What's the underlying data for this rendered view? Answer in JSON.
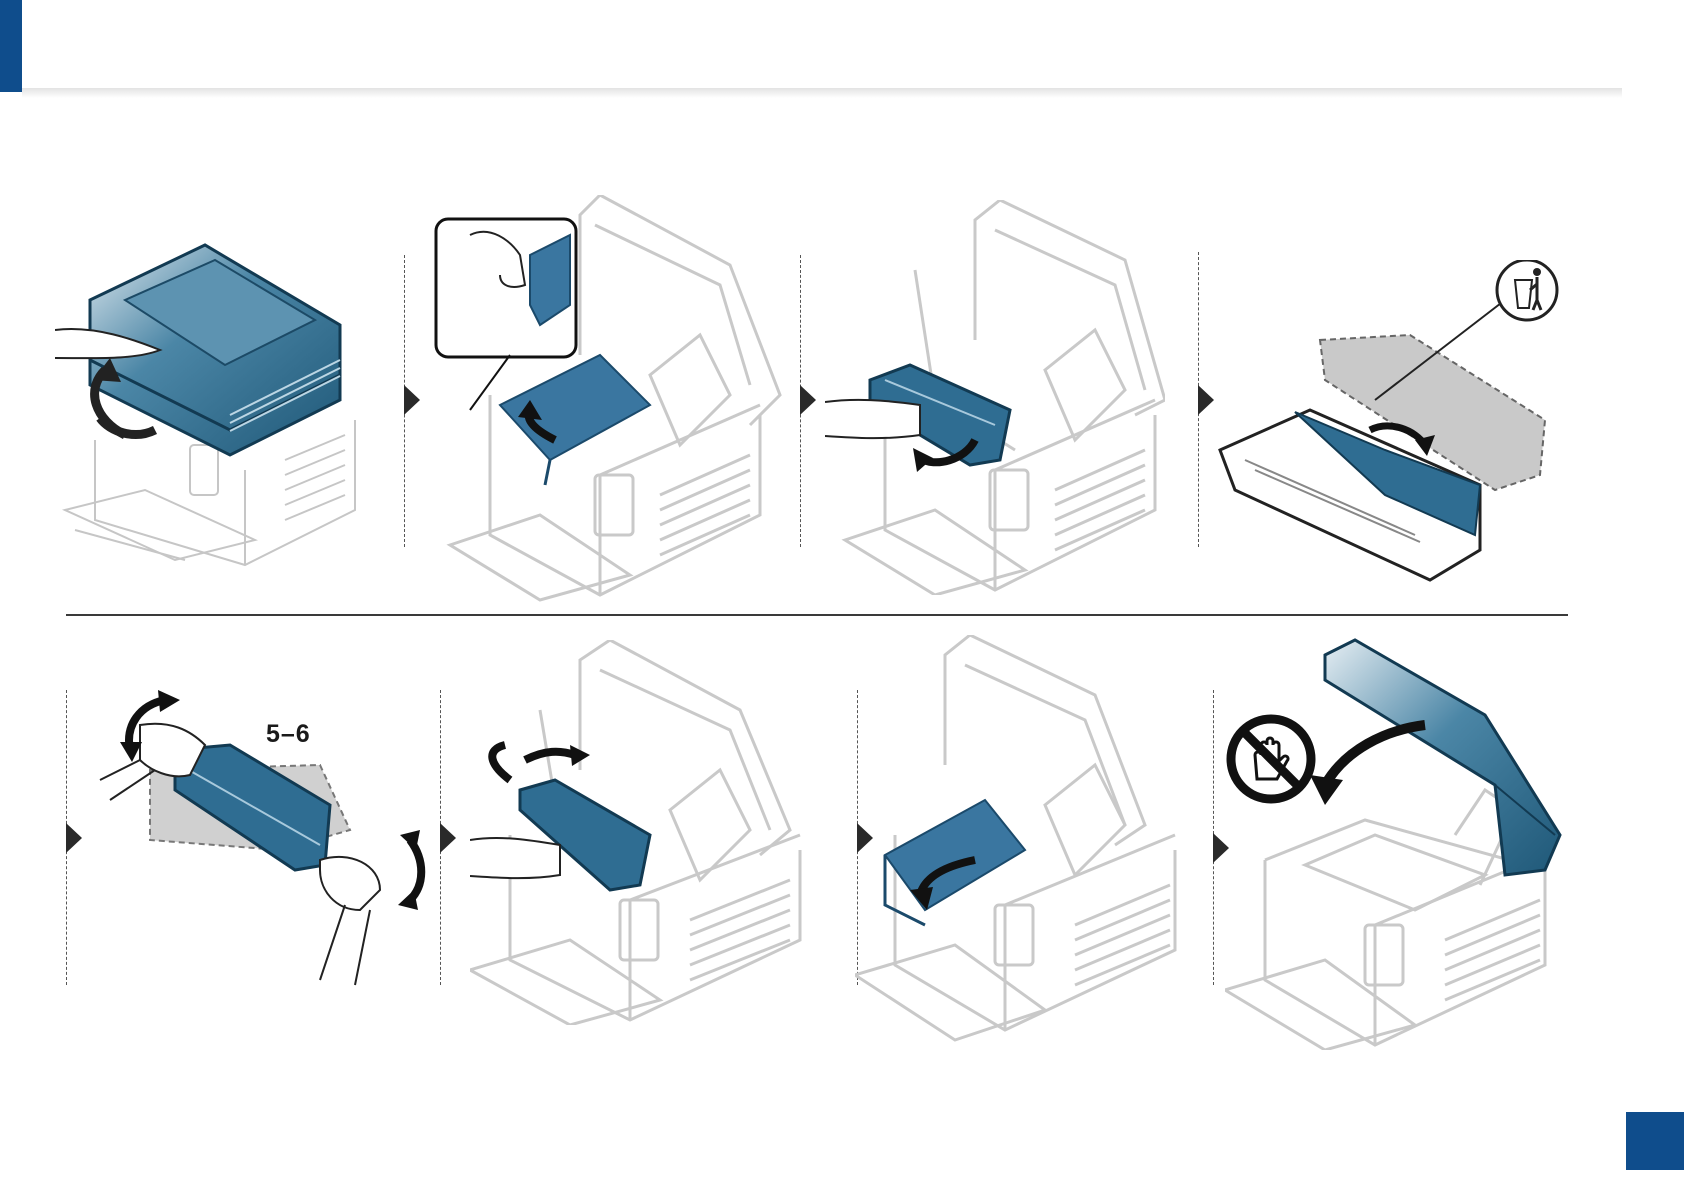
{
  "header": {
    "accent_color": "#0f4d8c"
  },
  "steps": {
    "step5_6_label": "5–6"
  },
  "icons": {
    "row1": [
      "open-scan-unit",
      "open-inner-cover",
      "remove-toner-cartridge",
      "dispose-old-cartridge"
    ],
    "row2": [
      "shake-new-cartridge",
      "insert-toner-cartridge",
      "close-inner-cover",
      "close-scan-unit"
    ],
    "symbols": [
      "recycle-bin-icon",
      "do-not-touch-icon"
    ]
  },
  "colors": {
    "accent": "#0f4d8c",
    "highlight_part": "#2f6d92",
    "line_art": "#c9c9c9",
    "ghost_part": "#b8b8b8"
  }
}
